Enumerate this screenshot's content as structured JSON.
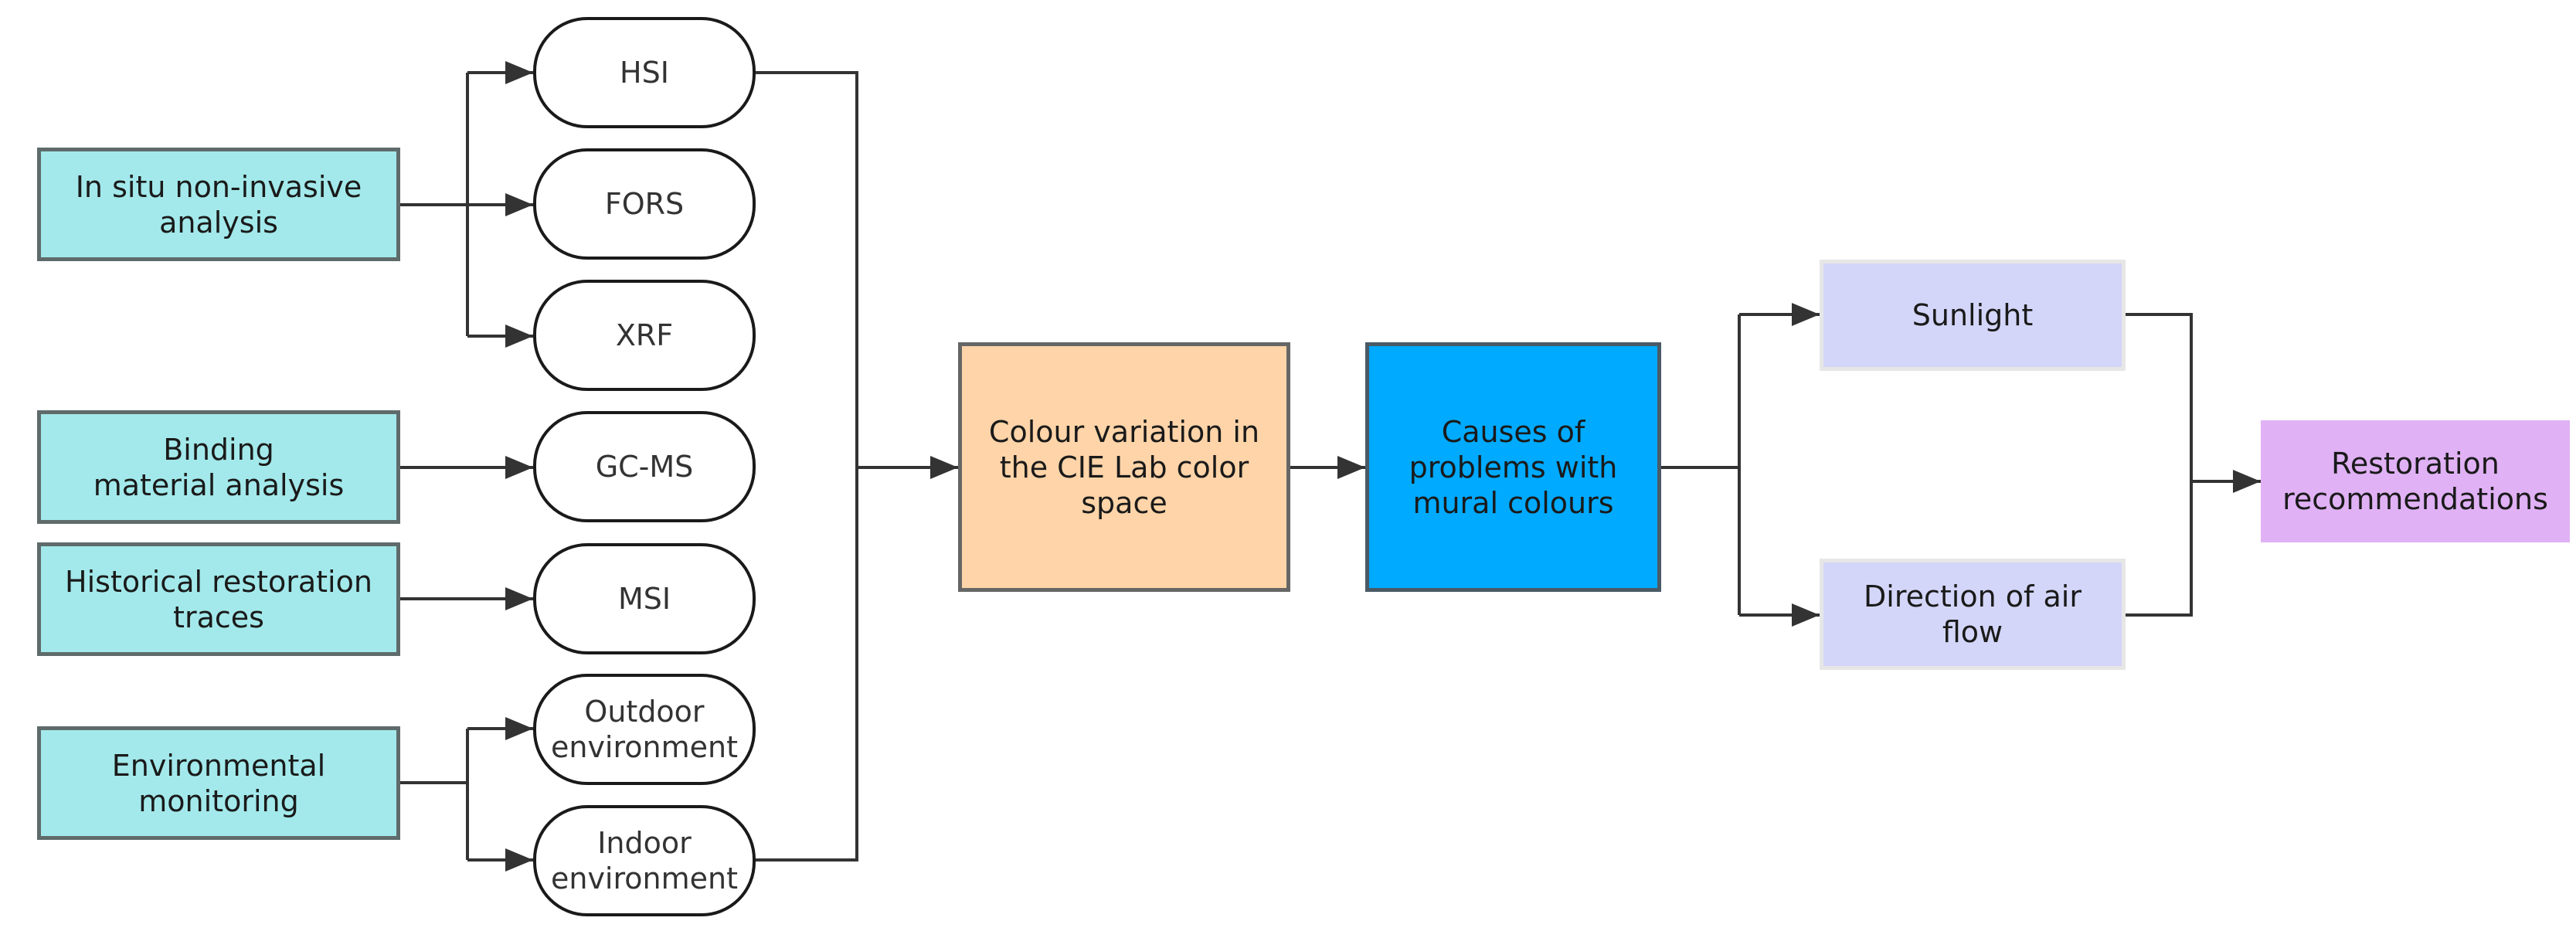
{
  "inputs": {
    "in_situ": "In situ non-invasive\nanalysis",
    "binding": "Binding\nmaterial analysis",
    "historical": "Historical restoration\ntraces",
    "environmental": "Environmental\nmonitoring"
  },
  "methods": {
    "hsi": "HSI",
    "fors": "FORS",
    "xrf": "XRF",
    "gcms": "GC-MS",
    "msi": "MSI",
    "outdoor": "Outdoor\nenvironment",
    "indoor": "Indoor\nenvironment"
  },
  "colour_variation": "Colour variation in\nthe CIE Lab color\nspace",
  "causes": "Causes of\nproblems with\nmural colours",
  "factors": {
    "sunlight": "Sunlight",
    "air_flow": "Direction of air\nflow"
  },
  "restoration": "Restoration\nrecommendations",
  "colors": {
    "input_fill": "#a3e9eb",
    "variation_fill": "#fed4a8",
    "causes_fill": "#00aaff",
    "factor_fill": "#d3d6f8",
    "restoration_fill": "#e0b1f5",
    "line": "#333333"
  }
}
